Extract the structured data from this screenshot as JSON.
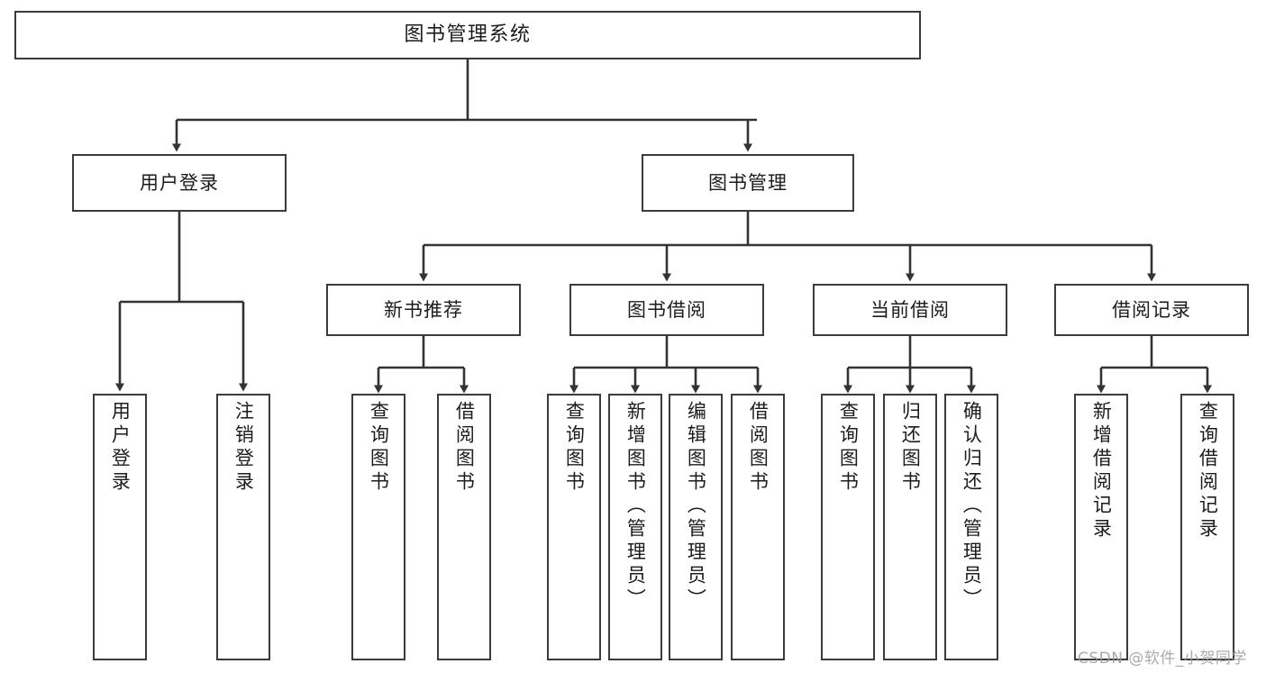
{
  "diagram": {
    "title": "图书管理系统",
    "type": "tree-hierarchy",
    "watermark": "CSDN @软件_小贺同学",
    "colors": {
      "border": "#3b3b3b",
      "text": "#1c1c1c",
      "background": "#ffffff",
      "edge": "#333333",
      "watermark": "#9b9b9b"
    }
  },
  "nodes": {
    "root": {
      "label": "图书管理系统"
    },
    "level1": [
      {
        "id": "user-login",
        "label": "用户登录"
      },
      {
        "id": "book-manage",
        "label": "图书管理"
      }
    ],
    "level2": [
      {
        "id": "new-book-recommend",
        "label": "新书推荐"
      },
      {
        "id": "book-borrow",
        "label": "图书借阅"
      },
      {
        "id": "current-borrow",
        "label": "当前借阅"
      },
      {
        "id": "borrow-record",
        "label": "借阅记录"
      }
    ],
    "leaves": {
      "user-login": [
        {
          "id": "leaf-user-login",
          "label": "用户登录"
        },
        {
          "id": "leaf-logout-login",
          "label": "注销登录"
        }
      ],
      "new-book-recommend": [
        {
          "id": "leaf-query-book-1",
          "label": "查询图书"
        },
        {
          "id": "leaf-borrow-book-1",
          "label": "借阅图书"
        }
      ],
      "book-borrow": [
        {
          "id": "leaf-query-book-2",
          "label": "查询图书"
        },
        {
          "id": "leaf-add-book",
          "label": "新增图书（管理员）"
        },
        {
          "id": "leaf-edit-book",
          "label": "编辑图书（管理员）"
        },
        {
          "id": "leaf-borrow-book-2",
          "label": "借阅图书"
        }
      ],
      "current-borrow": [
        {
          "id": "leaf-query-book-3",
          "label": "查询图书"
        },
        {
          "id": "leaf-return-book",
          "label": "归还图书"
        },
        {
          "id": "leaf-confirm-return",
          "label": "确认归还（管理员）"
        }
      ],
      "borrow-record": [
        {
          "id": "leaf-add-record",
          "label": "新增借阅记录"
        },
        {
          "id": "leaf-query-record",
          "label": "查询借阅记录"
        }
      ]
    }
  }
}
